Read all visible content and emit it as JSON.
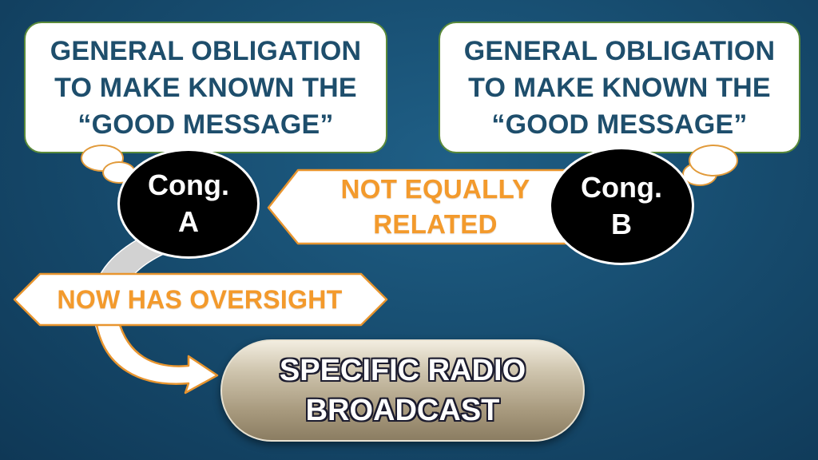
{
  "bubbles": {
    "left": {
      "text": "GENERAL OBLIGATION\nTO MAKE KNOWN THE\n“GOOD MESSAGE”"
    },
    "right": {
      "text": "GENERAL OBLIGATION\nTO MAKE KNOWN THE\n“GOOD MESSAGE”"
    }
  },
  "congregations": {
    "a": {
      "line1": "Cong.",
      "line2": "A"
    },
    "b": {
      "line1": "Cong.",
      "line2": "B"
    }
  },
  "arrows": {
    "not_equally_related": {
      "line1": "NOT EQUALLY",
      "line2": "RELATED"
    },
    "oversight": {
      "text": "NOW HAS OVERSIGHT"
    }
  },
  "radio": {
    "text": "SPECIFIC RADIO\nBROADCAST"
  },
  "colors": {
    "background": "#174d70",
    "accent_orange": "#f39a2c",
    "bubble_text": "#1e4e6c",
    "bubble_border": "#5a8a3a"
  }
}
